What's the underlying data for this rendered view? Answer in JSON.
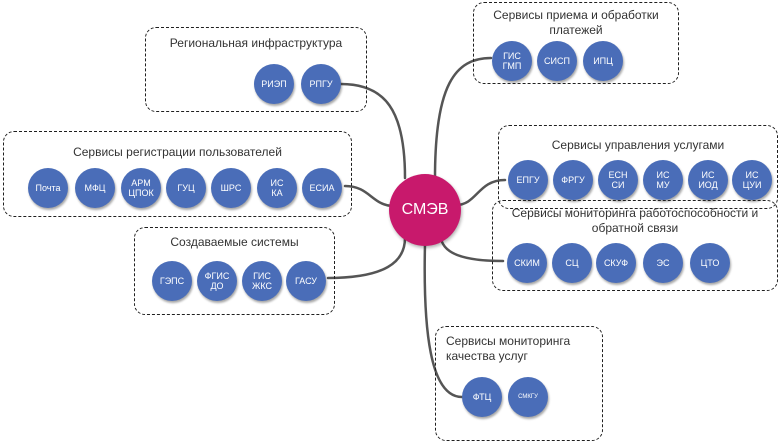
{
  "hub": {
    "label": "СМЭВ",
    "color": "#c8196c"
  },
  "node_color": "#4a6db8",
  "groups": {
    "regional": {
      "title": "Региональная инфраструктура",
      "nodes": [
        "РИЭП",
        "РПГУ"
      ]
    },
    "registration": {
      "title": "Сервисы регистрации пользователей",
      "nodes": [
        "Почта",
        "МФЦ",
        "АРМ\nЦПОК",
        "ГУЦ",
        "ШРС",
        "ИС\nКА",
        "ЕСИА"
      ]
    },
    "created": {
      "title": "Создаваемые системы",
      "nodes": [
        "ГЭПС",
        "ФГИС\nДО",
        "ГИС\nЖКС",
        "ГАСУ"
      ]
    },
    "payments": {
      "title": "Сервисы приема и обработки\nплатежей",
      "nodes": [
        "ГИС\nГМП",
        "СИСП",
        "ИПЦ"
      ]
    },
    "services": {
      "title": "Сервисы управления услугами",
      "nodes": [
        "ЕПГУ",
        "ФРГУ",
        "ЕСН\nСИ",
        "ИС\nМУ",
        "ИС\nИОД",
        "ИС\nЦУИ"
      ]
    },
    "monitoring": {
      "title": "Сервисы мониторинга работоспособности и\nобратной связи",
      "nodes": [
        "СКИМ",
        "СЦ",
        "СКУФ",
        "ЭС",
        "ЦТО"
      ]
    },
    "quality": {
      "title": "Сервисы мониторинга\nкачества услуг",
      "nodes": [
        "ФТЦ",
        "СМКГУ"
      ]
    }
  }
}
